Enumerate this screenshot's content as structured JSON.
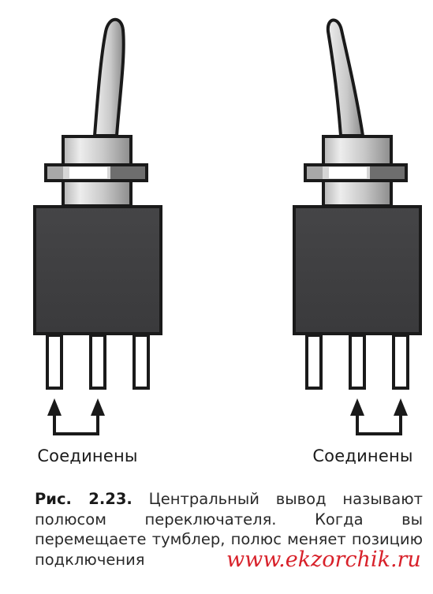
{
  "figure": {
    "connected_label_left": "Соединены",
    "connected_label_right": "Соединены",
    "caption_number": "Рис. 2.23.",
    "caption_text": "Центральный вывод называ­ют полюсом переключателя. Когда вы перемещаете тумблер, полюс меняет позицию подключения",
    "watermark": "www.ekzorchik.ru"
  },
  "colors": {
    "body": "#3f3f41",
    "outline": "#1a1a1a",
    "metal_light": "#d4d4d4",
    "metal_mid": "#a8a8a8",
    "metal_dark": "#6e6e6e",
    "watermark": "#d8212a"
  }
}
